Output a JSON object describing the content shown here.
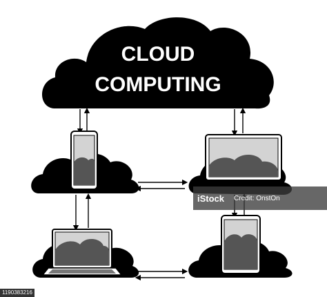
{
  "diagram": {
    "title_line1": "CLOUD",
    "title_line2": "COMPUTING",
    "colors": {
      "cloud": "#000000",
      "screen_bg": "#d3d3d3",
      "screen_cloud": "#555555",
      "outline": "#000000"
    },
    "nodes": [
      {
        "name": "top-left",
        "device": "smartphone-icon"
      },
      {
        "name": "top-right",
        "device": "monitor-icon"
      },
      {
        "name": "bottom-left",
        "device": "laptop-icon"
      },
      {
        "name": "bottom-right",
        "device": "tablet-icon"
      }
    ]
  },
  "watermark": {
    "brand": "iStock",
    "credit": "Credit: OnstOn"
  },
  "stock_id": "1190383216"
}
